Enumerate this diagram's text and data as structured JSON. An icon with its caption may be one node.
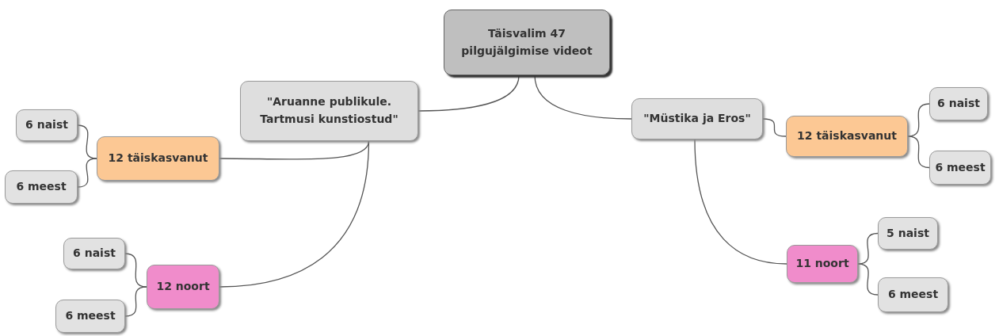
{
  "diagram": {
    "nodes": [
      {
        "text": [
          "Täisvalim 47 pilgujälgimise videot"
        ]
      },
      {
        "text": [
          "\"Aruanne publikule. Tartmusi kunstiostud\""
        ]
      },
      {
        "text": [
          "12 täiskasvanut"
        ]
      },
      {
        "text": [
          "6 naist"
        ]
      },
      {
        "text": [
          "6 meest"
        ]
      },
      {
        "text": [
          "12 noort"
        ]
      },
      {
        "text": [
          "6 naist"
        ]
      },
      {
        "text": [
          "6 meest"
        ]
      },
      {
        "text": [
          "\"Müstika ja Eros\""
        ]
      },
      {
        "text": [
          "12 täiskasvanut"
        ]
      },
      {
        "text": [
          "6 naist"
        ]
      },
      {
        "text": [
          "6 meest"
        ]
      },
      {
        "text": [
          "11 noort"
        ]
      },
      {
        "text": [
          "5 naist"
        ]
      },
      {
        "text": [
          "6 meest"
        ]
      }
    ],
    "edges": [
      {
        "from": 0,
        "to": 1,
        "arrow": "none"
      },
      {
        "from": 0,
        "to": 8,
        "arrow": "none"
      },
      {
        "from": 1,
        "to": 2,
        "arrow": "none"
      },
      {
        "from": 1,
        "to": 5,
        "arrow": "none"
      },
      {
        "from": 2,
        "to": 3,
        "arrow": "none"
      },
      {
        "from": 2,
        "to": 4,
        "arrow": "none"
      },
      {
        "from": 5,
        "to": 6,
        "arrow": "none"
      },
      {
        "from": 5,
        "to": 7,
        "arrow": "none"
      },
      {
        "from": 8,
        "to": 9,
        "arrow": "none"
      },
      {
        "from": 8,
        "to": 12,
        "arrow": "none"
      },
      {
        "from": 9,
        "to": 10,
        "arrow": "none"
      },
      {
        "from": 9,
        "to": 11,
        "arrow": "none"
      },
      {
        "from": 12,
        "to": 13,
        "arrow": "none"
      },
      {
        "from": 12,
        "to": 14,
        "arrow": "none"
      }
    ]
  }
}
